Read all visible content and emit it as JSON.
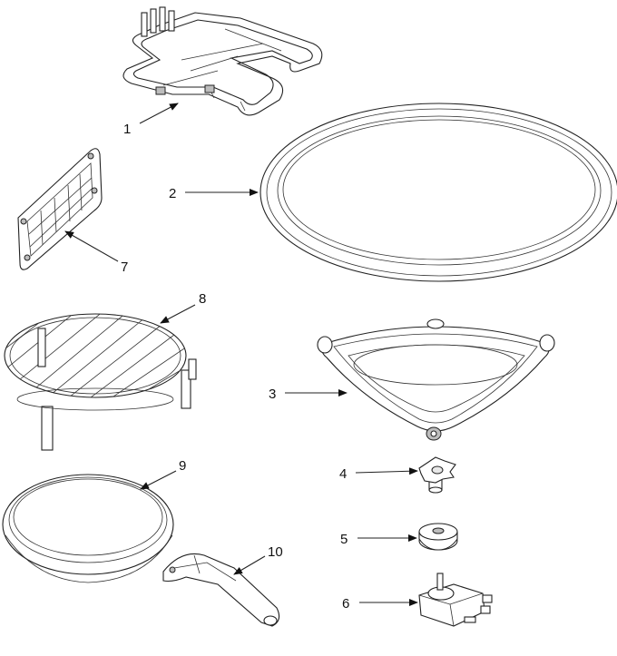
{
  "callouts": [
    {
      "id": "heater",
      "label": "1"
    },
    {
      "id": "tray",
      "label": "2"
    },
    {
      "id": "roller-ring",
      "label": "3"
    },
    {
      "id": "coupler",
      "label": "4"
    },
    {
      "id": "washer",
      "label": "5"
    },
    {
      "id": "motor",
      "label": "6"
    },
    {
      "id": "grille",
      "label": "7"
    },
    {
      "id": "rack",
      "label": "8"
    },
    {
      "id": "crisper-pan",
      "label": "9"
    },
    {
      "id": "handle",
      "label": "10"
    }
  ],
  "colors": {
    "line": "#222222",
    "background": "#ffffff",
    "shade": "#e8e8e8"
  }
}
